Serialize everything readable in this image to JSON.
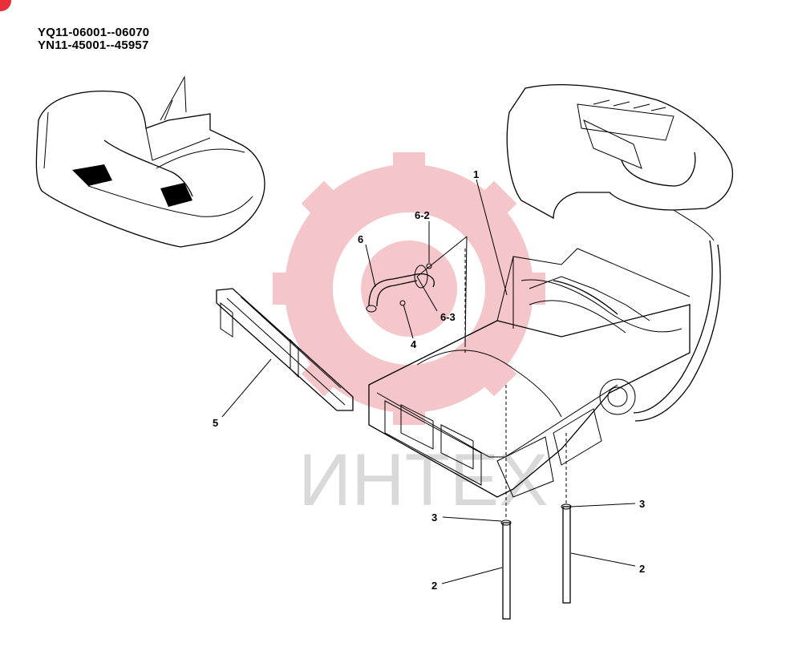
{
  "serials": [
    "YQ11-06001--06070",
    "YN11-45001--45957"
  ],
  "watermark": "ИНТЕХ",
  "accent_color": "#f2b3b8",
  "callouts": {
    "c1": "1",
    "c2a": "2",
    "c2b": "2",
    "c3a": "3",
    "c3b": "3",
    "c4": "4",
    "c5": "5",
    "c6": "6",
    "c62": "6-2",
    "c63": "6-3"
  }
}
